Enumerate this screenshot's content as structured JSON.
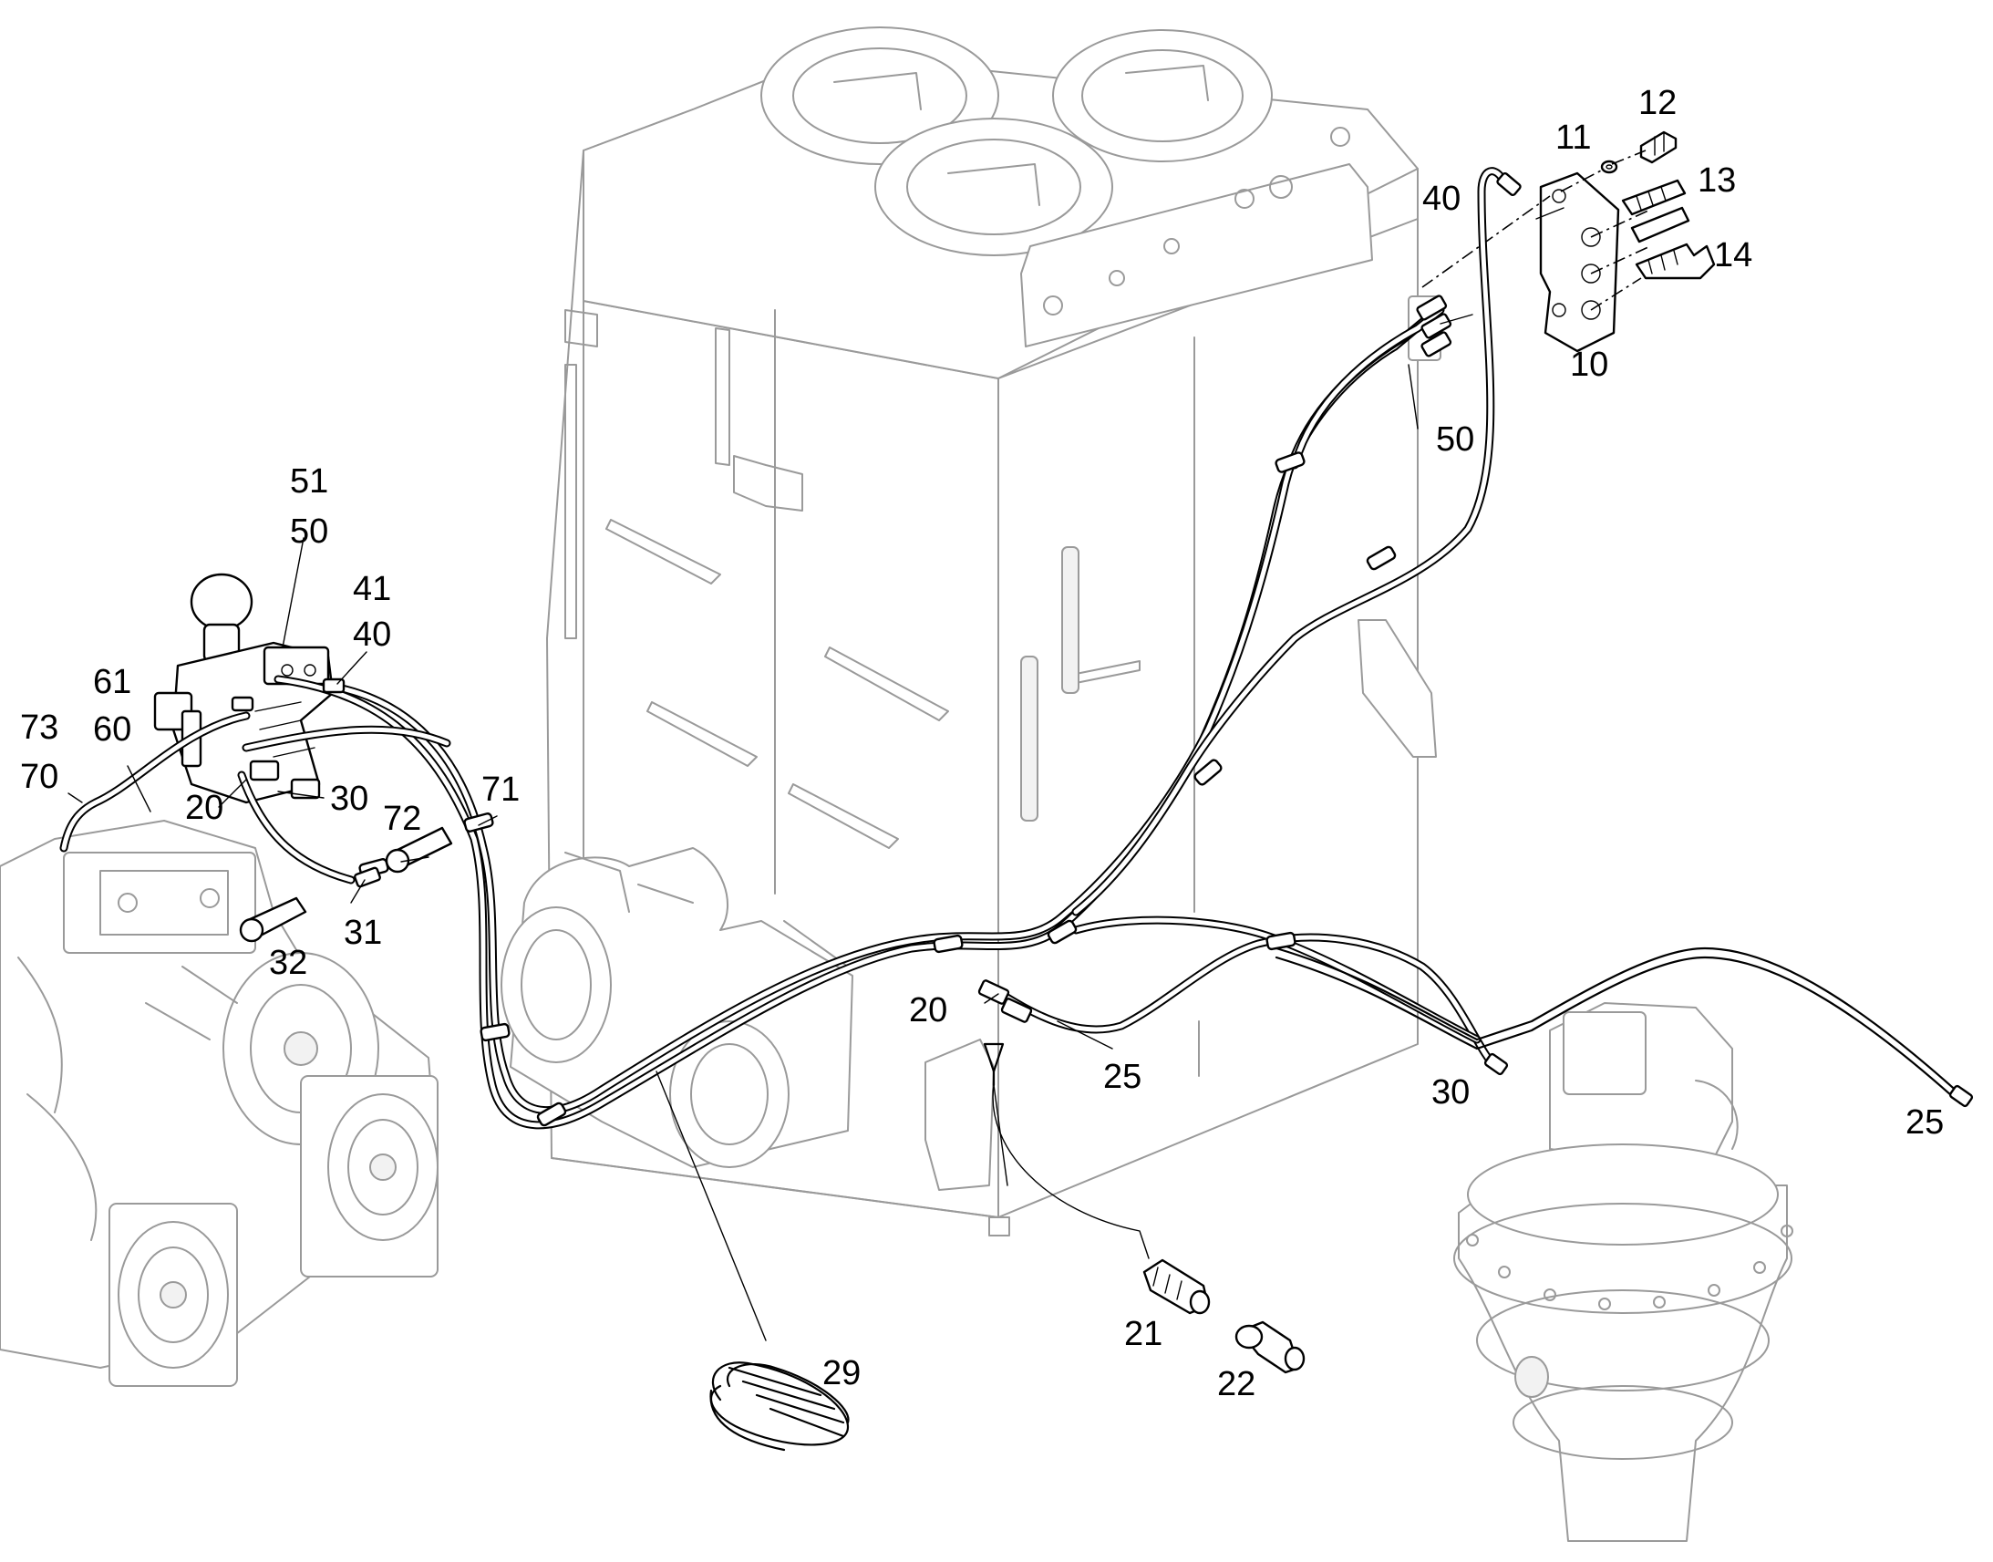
{
  "diagram": {
    "callouts": [
      {
        "id": "c-12",
        "text": "12"
      },
      {
        "id": "c-11",
        "text": "11"
      },
      {
        "id": "c-13",
        "text": "13"
      },
      {
        "id": "c-40-top",
        "text": "40"
      },
      {
        "id": "c-14",
        "text": "14"
      },
      {
        "id": "c-10",
        "text": "10"
      },
      {
        "id": "c-50-right",
        "text": "50"
      },
      {
        "id": "c-51",
        "text": "51"
      },
      {
        "id": "c-50-left",
        "text": "50"
      },
      {
        "id": "c-41",
        "text": "41"
      },
      {
        "id": "c-40-left",
        "text": "40"
      },
      {
        "id": "c-61",
        "text": "61"
      },
      {
        "id": "c-73",
        "text": "73"
      },
      {
        "id": "c-60",
        "text": "60"
      },
      {
        "id": "c-70",
        "text": "70"
      },
      {
        "id": "c-71",
        "text": "71"
      },
      {
        "id": "c-20-left",
        "text": "20"
      },
      {
        "id": "c-30-left",
        "text": "30"
      },
      {
        "id": "c-72",
        "text": "72"
      },
      {
        "id": "c-31",
        "text": "31"
      },
      {
        "id": "c-32",
        "text": "32"
      },
      {
        "id": "c-20-mid",
        "text": "20"
      },
      {
        "id": "c-25-mid",
        "text": "25"
      },
      {
        "id": "c-30-right",
        "text": "30"
      },
      {
        "id": "c-25-right",
        "text": "25"
      },
      {
        "id": "c-21",
        "text": "21"
      },
      {
        "id": "c-22",
        "text": "22"
      },
      {
        "id": "c-29",
        "text": "29"
      }
    ]
  }
}
